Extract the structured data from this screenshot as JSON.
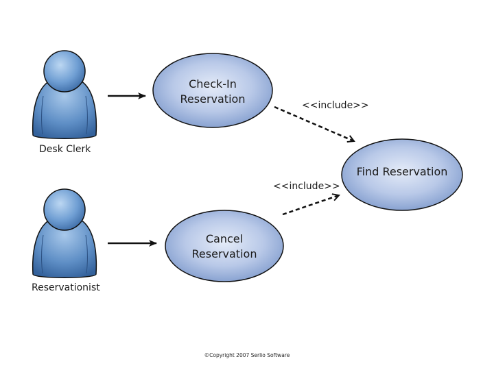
{
  "actors": [
    {
      "name": "Desk Clerk"
    },
    {
      "name": "Reservationist"
    }
  ],
  "use_cases": [
    {
      "line1": "Check-In",
      "line2": "Reservation"
    },
    {
      "line1": "Find Reservation"
    },
    {
      "line1": "Cancel",
      "line2": "Reservation"
    }
  ],
  "relationships": [
    {
      "stereotype": "<<include>>"
    },
    {
      "stereotype": "<<include>>"
    }
  ],
  "footer": {
    "copyright": "©Copyright 2007 Serlio Software"
  },
  "colors": {
    "usecase_fill_center": "#dfe7f6",
    "usecase_fill_edge": "#7d99cb",
    "actor_light": "#a9c9ea",
    "actor_dark": "#2f5f99",
    "outline": "#111111"
  }
}
